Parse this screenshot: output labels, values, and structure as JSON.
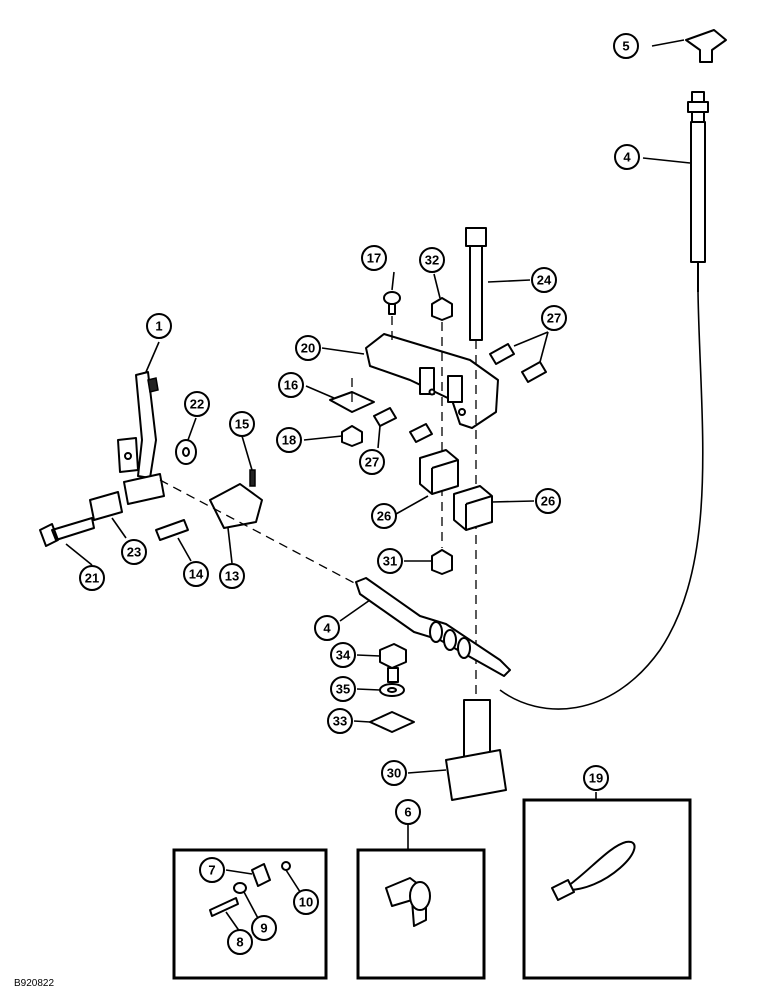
{
  "drawing": {
    "reference_code": "B920822",
    "callouts": [
      "1",
      "4",
      "4",
      "5",
      "6",
      "7",
      "8",
      "9",
      "10",
      "13",
      "14",
      "15",
      "16",
      "17",
      "18",
      "19",
      "20",
      "21",
      "22",
      "23",
      "24",
      "26",
      "26",
      "27",
      "27",
      "30",
      "31",
      "32",
      "33",
      "34",
      "35"
    ]
  }
}
